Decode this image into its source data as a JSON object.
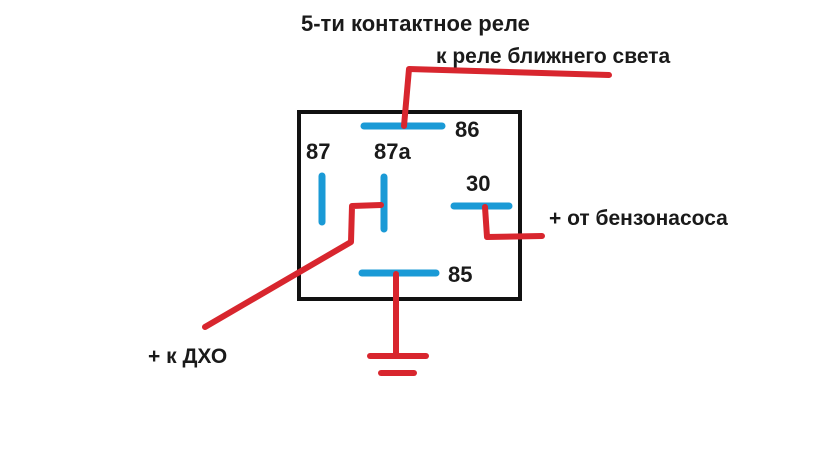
{
  "title": "5-ти контактное реле",
  "pins": {
    "p86": "86",
    "p87": "87",
    "p87a": "87a",
    "p30": "30",
    "p85": "85"
  },
  "connections": {
    "low_beam_relay": "к реле ближнего света",
    "fuel_pump": "+ от бензонасоса",
    "drl": "+ к ДХО"
  },
  "colors": {
    "relay_box": "#111111",
    "contact": "#1a9ad6",
    "wire": "#d8262e",
    "text": "#1a1a1a"
  }
}
